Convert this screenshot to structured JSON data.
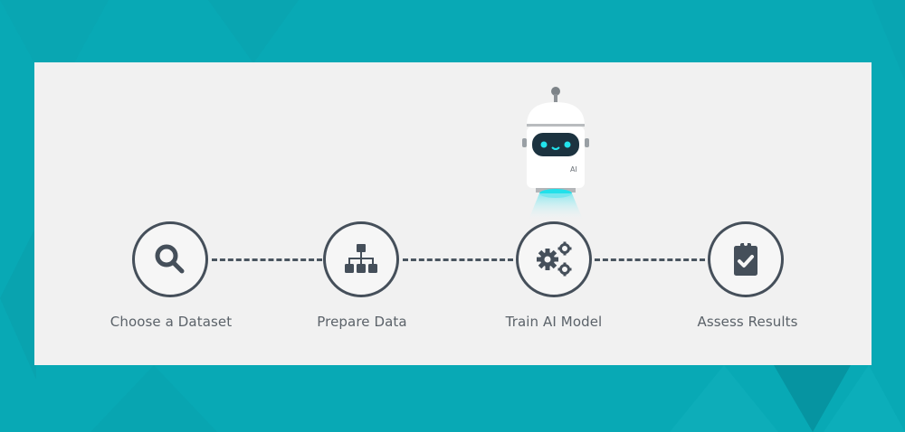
{
  "colors": {
    "background": "#08a9b5",
    "panel": "#f1f1f1",
    "icon_dark": "#454f5a",
    "label_text": "#5b6269",
    "robot_eye": "#22e3ec"
  },
  "robot": {
    "badge_text": "AI",
    "icon": "robot-icon"
  },
  "steps": [
    {
      "label": "Choose a Dataset",
      "icon": "search-icon"
    },
    {
      "label": "Prepare Data",
      "icon": "hierarchy-icon"
    },
    {
      "label": "Train AI Model",
      "icon": "gears-icon"
    },
    {
      "label": "Assess Results",
      "icon": "clipboard-check-icon"
    }
  ]
}
